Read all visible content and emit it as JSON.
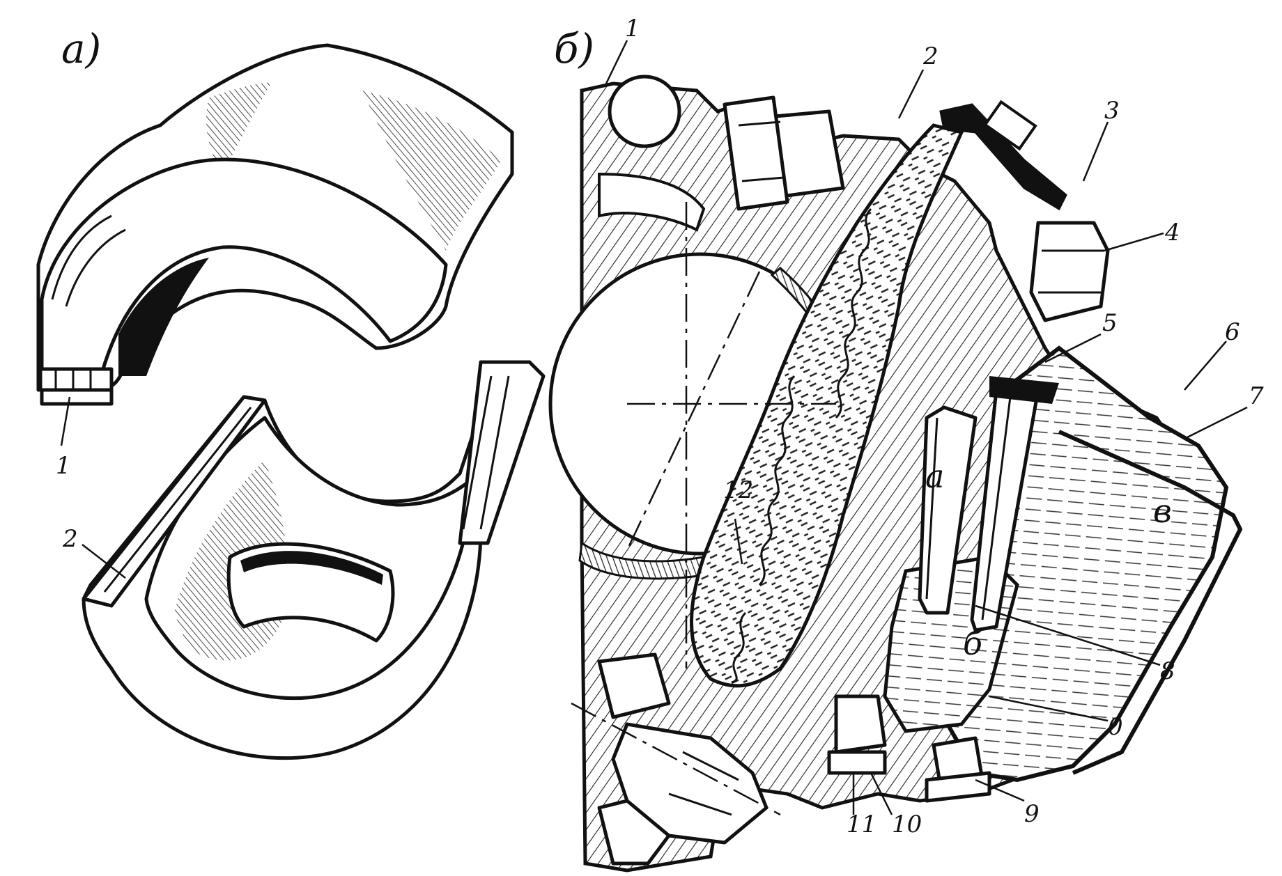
{
  "panels": [
    {
      "label": "a)"
    },
    {
      "label": "б)"
    }
  ],
  "callouts_a": [
    "1",
    "2"
  ],
  "callouts_b": [
    "1",
    "2",
    "3",
    "4",
    "5",
    "6",
    "7",
    "8",
    "0",
    "9",
    "10",
    "11",
    "12"
  ],
  "regions": [
    "a",
    "б",
    "в"
  ]
}
